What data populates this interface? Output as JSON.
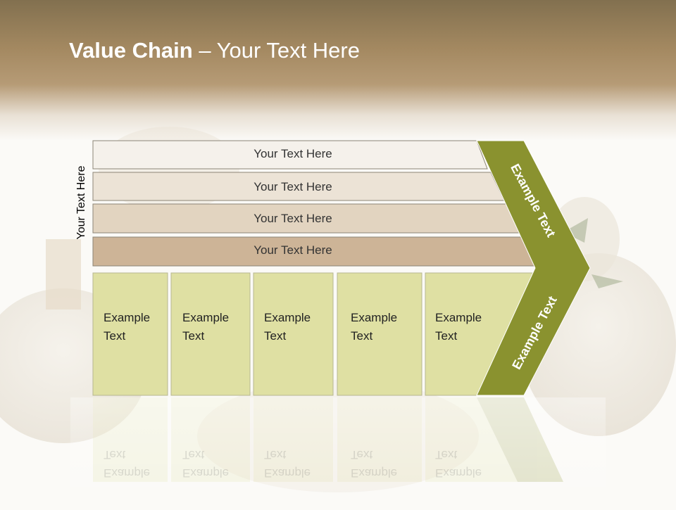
{
  "slide": {
    "title_bold": "Value Chain",
    "title_rest": " – Your Text Here",
    "vertical_label": "Your Text Here"
  },
  "bars": [
    {
      "label": "Your Text Here",
      "color": "#f5f1eb"
    },
    {
      "label": "Your Text Here",
      "color": "#ece3d6"
    },
    {
      "label": "Your Text Here",
      "color": "#e2d4c0"
    },
    {
      "label": "Your Text Here",
      "color": "#cdb497"
    }
  ],
  "boxes": [
    {
      "label": "Example Text"
    },
    {
      "label": "Example Text"
    },
    {
      "label": "Example Text"
    },
    {
      "label": "Example Text"
    },
    {
      "label": "Example Text"
    }
  ],
  "chevron": {
    "upper_label": "Example Text",
    "lower_label": "Example Text",
    "color": "#8a922f"
  },
  "colors": {
    "box_fill": "#dfe0a3",
    "box_border": "#b7b791",
    "header": "#a48961"
  }
}
